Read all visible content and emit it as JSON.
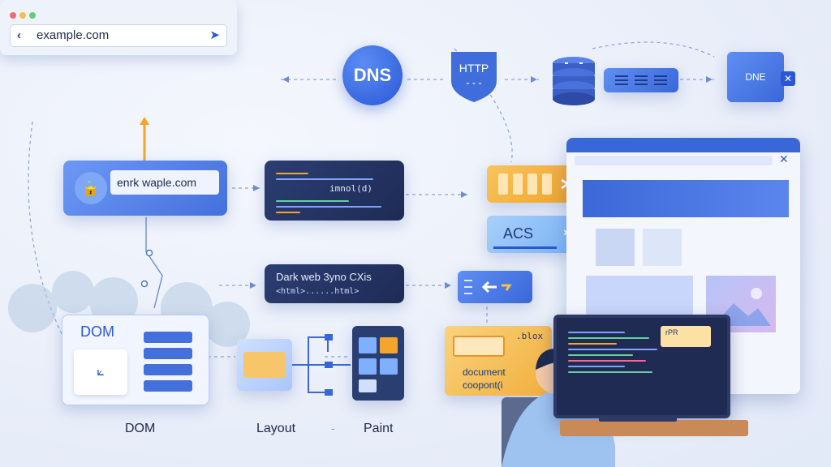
{
  "browser": {
    "url": "example.com",
    "dot_colors": [
      "#f26b6b",
      "#f5c04a",
      "#5fcf7a"
    ]
  },
  "dns": {
    "label": "DNS"
  },
  "http": {
    "label": "HTTP"
  },
  "server_tag": {
    "label": "DNE"
  },
  "request_box": {
    "text": "enrk waple.com"
  },
  "code_box": {
    "text": "imnol(d)"
  },
  "css_card": {
    "label": "ACS"
  },
  "dark_box": {
    "line1": "Dark web 3yno CXis",
    "line2": "<html>......html>"
  },
  "doc_card": {
    "tag": ".blox",
    "line1": "document",
    "line2": "coopont(i"
  },
  "editor_tag": {
    "label": "rPR"
  },
  "dom_panel": {
    "title": "DOM"
  },
  "stages": {
    "dom": "DOM",
    "layout": "Layout",
    "paint": "Paint"
  },
  "colors": {
    "accent": "#3a67d8",
    "orange": "#f3a62b",
    "dark_navy": "#1f2b52"
  }
}
